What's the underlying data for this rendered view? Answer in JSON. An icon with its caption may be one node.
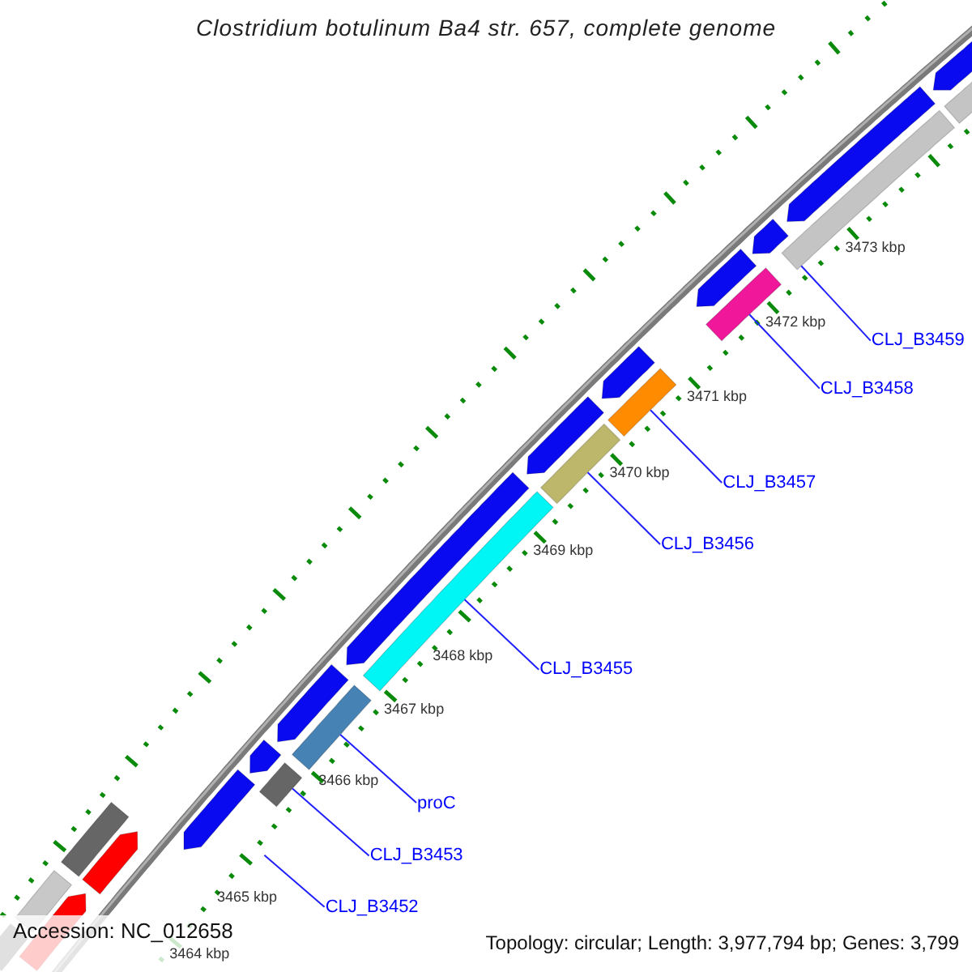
{
  "diagram": {
    "title": "Clostridium botulinum Ba4 str. 657, complete genome",
    "nodes": [
      {
        "text": [
          "CLJ_B3459"
        ]
      },
      {
        "text": [
          "CLJ_B3458"
        ]
      },
      {
        "text": [
          "CLJ_B3457"
        ]
      },
      {
        "text": [
          "CLJ_B3456"
        ]
      },
      {
        "text": [
          "CLJ_B3455"
        ]
      },
      {
        "text": [
          "proC"
        ]
      },
      {
        "text": [
          "CLJ_B3453"
        ]
      },
      {
        "text": [
          "CLJ_B3452"
        ]
      },
      {
        "text": [],
        "shape": "bar"
      },
      {
        "text": [],
        "shape": "pentagon"
      },
      {
        "text": [],
        "shape": "pentagon"
      },
      {
        "text": [],
        "shape": "bar"
      },
      {
        "text": [],
        "shape": "pentagon"
      },
      {
        "text": [],
        "shape": "pentagon"
      },
      {
        "text": [],
        "shape": "bar"
      },
      {
        "text": [],
        "shape": "pentagon"
      },
      {
        "text": [],
        "shape": "bar"
      },
      {
        "text": [],
        "shape": "pentagon"
      },
      {
        "text": [],
        "shape": "bar"
      },
      {
        "text": [],
        "shape": "pentagon"
      },
      {
        "text": [],
        "shape": "bar"
      },
      {
        "text": [],
        "shape": "pentagon"
      },
      {
        "text": [],
        "shape": "bar"
      },
      {
        "text": [],
        "shape": "pentagon"
      },
      {
        "text": [],
        "shape": "bar"
      },
      {
        "text": [],
        "shape": "pentagon"
      },
      {
        "text": [],
        "shape": "bar"
      },
      {
        "text": [],
        "shape": "pentagon"
      },
      {
        "text": [],
        "shape": "bar"
      },
      {
        "text": [],
        "shape": "pentagon"
      },
      {
        "text": [],
        "shape": "bar"
      }
    ],
    "edges": [
      {
        "from": 0,
        "to": 11,
        "arrow": "none"
      },
      {
        "from": 1,
        "to": 14,
        "arrow": "none"
      },
      {
        "from": 2,
        "to": 16,
        "arrow": "none"
      },
      {
        "from": 3,
        "to": 18,
        "arrow": "none"
      },
      {
        "from": 4,
        "to": 20,
        "arrow": "none"
      },
      {
        "from": 5,
        "to": 22,
        "arrow": "none"
      },
      {
        "from": 6,
        "to": 24,
        "arrow": "none"
      },
      {
        "from": 7,
        "to": null,
        "arrow": "none"
      }
    ],
    "labels": [
      "3473 kbp",
      "3472 kbp",
      "3471 kbp",
      "3470 kbp",
      "3469 kbp",
      "3468 kbp",
      "3467 kbp",
      "3466 kbp",
      "3465 kbp",
      "3464 kbp",
      "Accession: NC_012658",
      "Topology: circular; Length: 3,977,794 bp; Genes: 3,799"
    ]
  }
}
